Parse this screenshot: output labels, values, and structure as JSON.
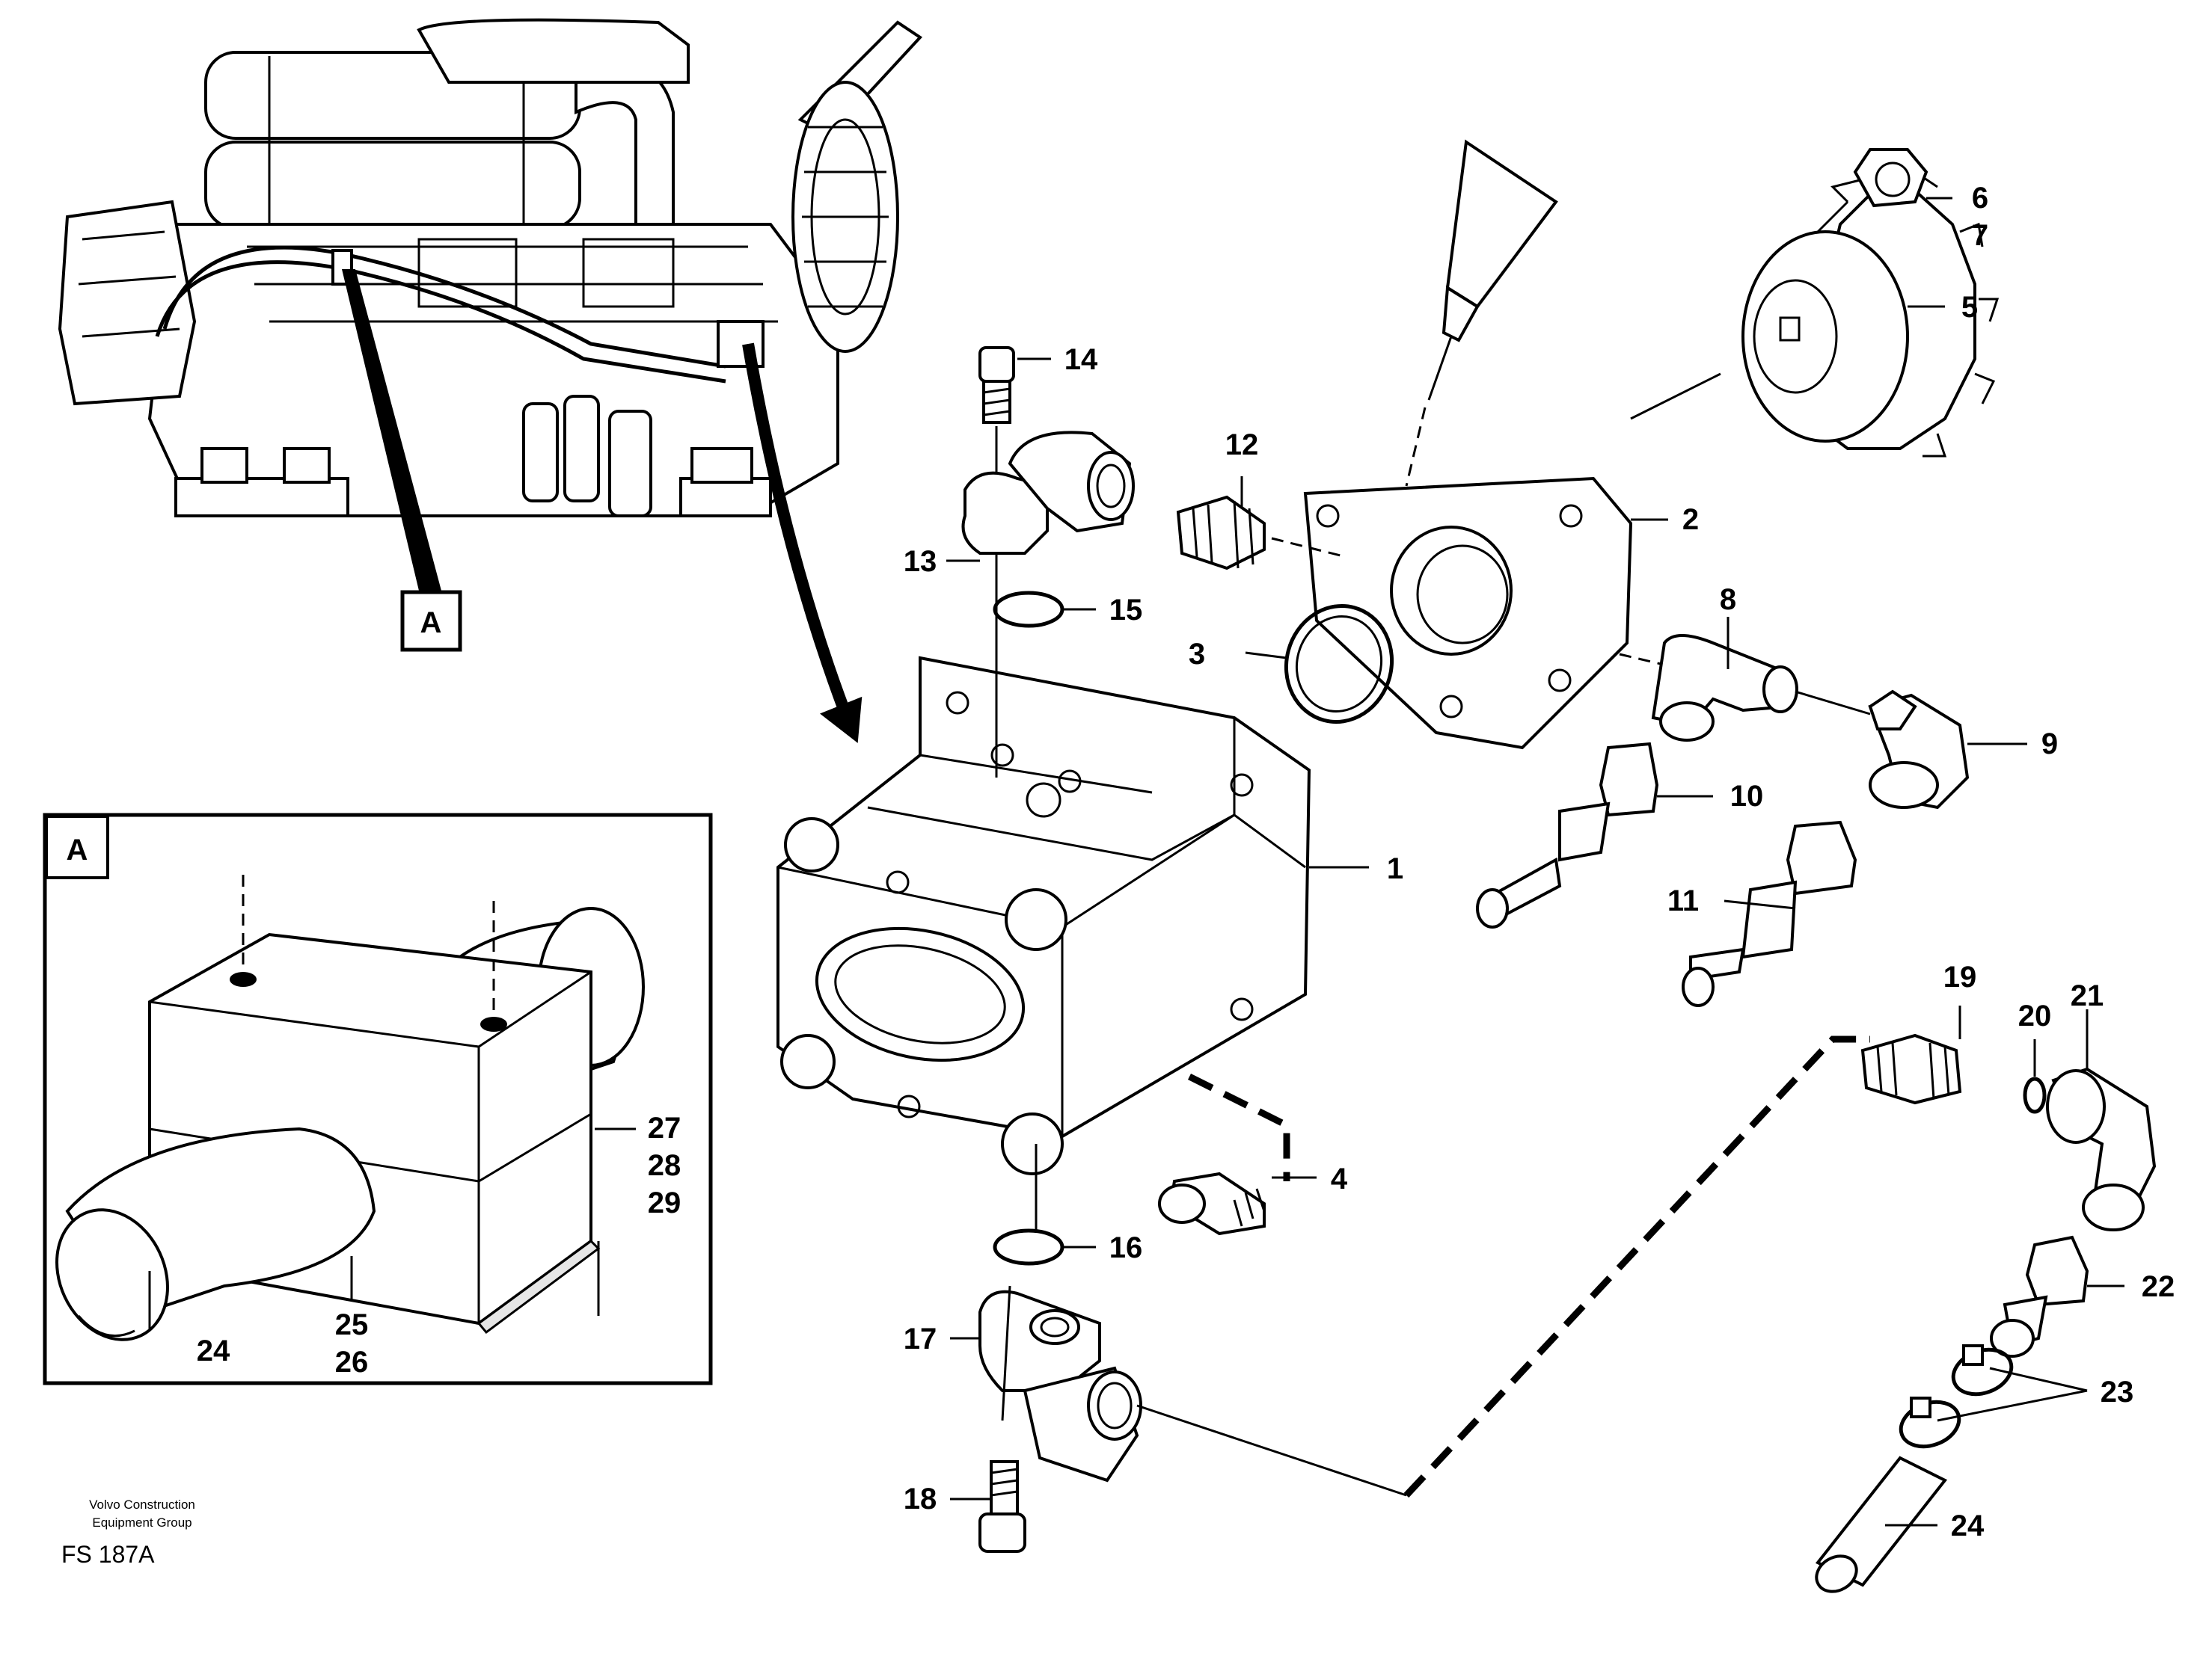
{
  "figure_code": "FS 187A",
  "publisher_line1": "Volvo Construction",
  "publisher_line2": "Equipment Group",
  "detail_marker": "A",
  "detail_panel_label": "A",
  "callouts": {
    "c1": "1",
    "c2": "2",
    "c3": "3",
    "c4": "4",
    "c5": "5",
    "c6": "6",
    "c7": "7",
    "c8": "8",
    "c9": "9",
    "c10": "10",
    "c11": "11",
    "c12": "12",
    "c13": "13",
    "c14": "14",
    "c15": "15",
    "c16": "16",
    "c17": "17",
    "c18": "18",
    "c19": "19",
    "c20": "20",
    "c21": "21",
    "c22": "22",
    "c23": "23",
    "c24": "24",
    "d24": "24",
    "d25": "25",
    "d26": "26",
    "d27": "27",
    "d28": "28",
    "d29": "29"
  }
}
